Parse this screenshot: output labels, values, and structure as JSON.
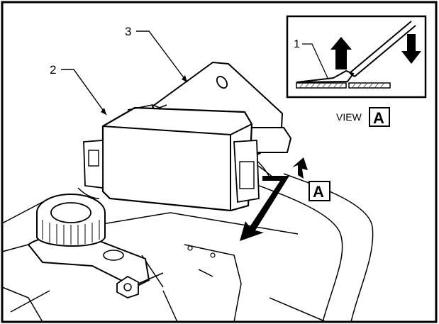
{
  "callouts": {
    "one": "1",
    "two": "2",
    "three": "3"
  },
  "view_label": "VIEW",
  "view_letter": "A",
  "arrow_letter": "A",
  "colors": {
    "line": "#000000",
    "paper": "#ffffff",
    "hatch": "#444444"
  },
  "icons": [
    "up-arrow-icon",
    "down-arrow-icon",
    "direction-arrow-icon"
  ]
}
